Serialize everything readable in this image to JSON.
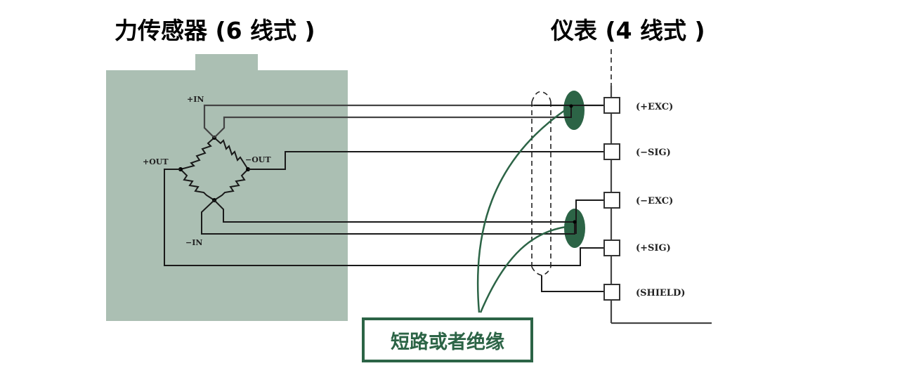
{
  "titles": {
    "sensor": "力传感器 (6 线式 )",
    "meter": "仪表 (4 线式 )"
  },
  "sensor": {
    "pins": {
      "plus_in": "+IN",
      "minus_in": "−IN",
      "plus_out": "+OUT",
      "minus_out": "−OUT"
    }
  },
  "meter": {
    "terminals": [
      {
        "label": "(+EXC)"
      },
      {
        "label": "(−SIG)"
      },
      {
        "label": "(−EXC)"
      },
      {
        "label": "(+SIG)"
      },
      {
        "label": "(SHIELD)"
      }
    ]
  },
  "note": {
    "text": "短路或者绝缘"
  },
  "colors": {
    "sensor_body": "#abbfb3",
    "accent_green": "#2c6446",
    "wire": "#1a1a1a"
  }
}
